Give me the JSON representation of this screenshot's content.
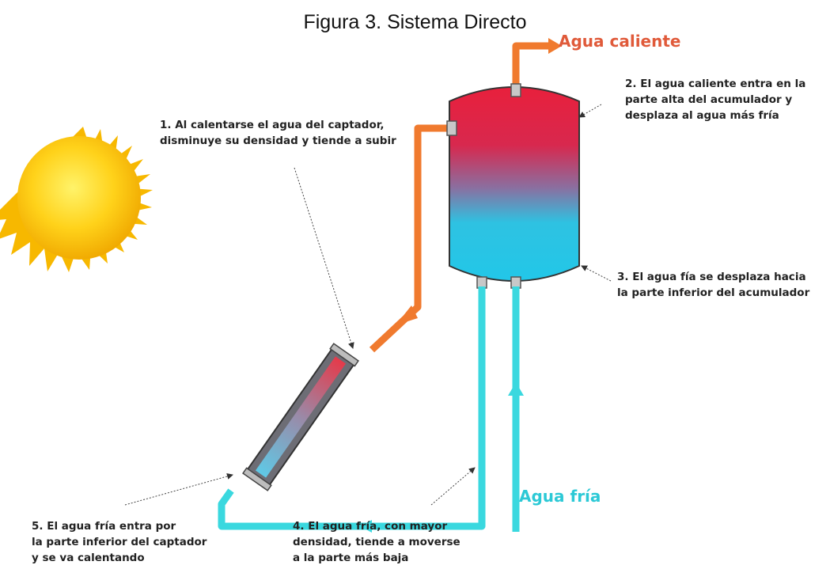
{
  "caption": "Figura 3. Sistema Directo",
  "labels": {
    "hot_water": "Agua caliente",
    "cold_water": "Agua fría"
  },
  "notes": {
    "n1": [
      "1. Al calentarse el agua del captador,",
      "disminuye su densidad y tiende a subir"
    ],
    "n2": [
      "2. El agua caliente entra en la",
      "parte alta del acumulador y",
      "desplaza al agua más fría"
    ],
    "n3": [
      "3. El agua fía se desplaza hacia",
      "la parte inferior del acumulador"
    ],
    "n4": [
      "4. El agua fría, con mayor",
      "densidad, tiende a moverse",
      "a la parte más baja"
    ],
    "n5": [
      "5. El agua fría entra por",
      "la parte inferior del captador",
      "y se va calentando"
    ]
  },
  "colors": {
    "hot": "#e05a3a",
    "hot_pipe": "#f07a2e",
    "cold_pipe": "#3ad8df",
    "tank_top": "#e8203c",
    "tank_bottom": "#1fc6e6",
    "sun": "#f6c400"
  }
}
